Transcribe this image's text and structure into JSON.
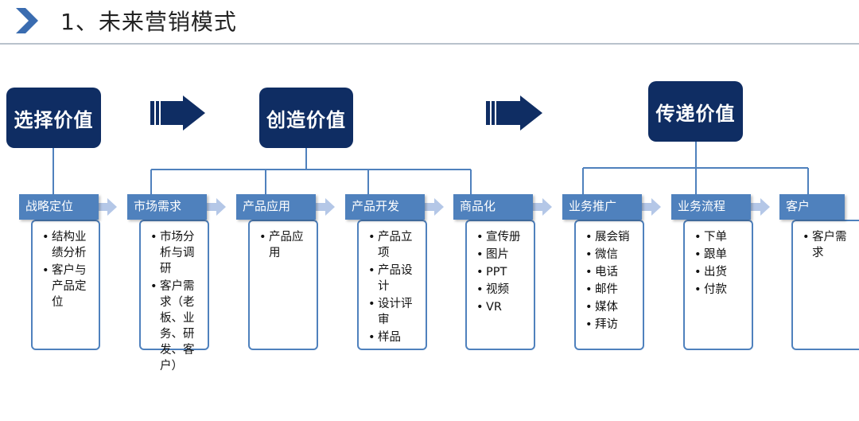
{
  "title": "1、未来营销模式",
  "values": [
    {
      "label": "选择价值"
    },
    {
      "label": "创造价值"
    },
    {
      "label": "传递价值"
    }
  ],
  "stages": [
    {
      "name": "战略定位",
      "items": [
        "结构业绩分析",
        "客户与产品定位"
      ]
    },
    {
      "name": "市场需求",
      "items": [
        "市场分析与调研",
        "客户需求（老板、业务、研发、客户）"
      ]
    },
    {
      "name": "产品应用",
      "items": [
        "产品应用"
      ]
    },
    {
      "name": "产品开发",
      "items": [
        "产品立项",
        "产品设计",
        "设计评审",
        "样品"
      ]
    },
    {
      "name": "商品化",
      "items": [
        "宣传册",
        "图片",
        "PPT",
        "视频",
        "VR"
      ]
    },
    {
      "name": "业务推广",
      "items": [
        "展会销",
        "微信",
        "电话",
        "邮件",
        "媒体",
        "拜访"
      ]
    },
    {
      "name": "业务流程",
      "items": [
        "下单",
        "跟单",
        "出货",
        "付款"
      ]
    },
    {
      "name": "客户",
      "items": [
        "客户需求"
      ]
    }
  ],
  "colors": {
    "navy": "#0f2d63",
    "stage_blue": "#4f81bd",
    "arrow_light": "#b4c7e7",
    "chevron": "#3a6cb0"
  },
  "icons": [
    "chevron-right-icon",
    "big-right-arrow-icon",
    "small-right-arrow-icon"
  ]
}
